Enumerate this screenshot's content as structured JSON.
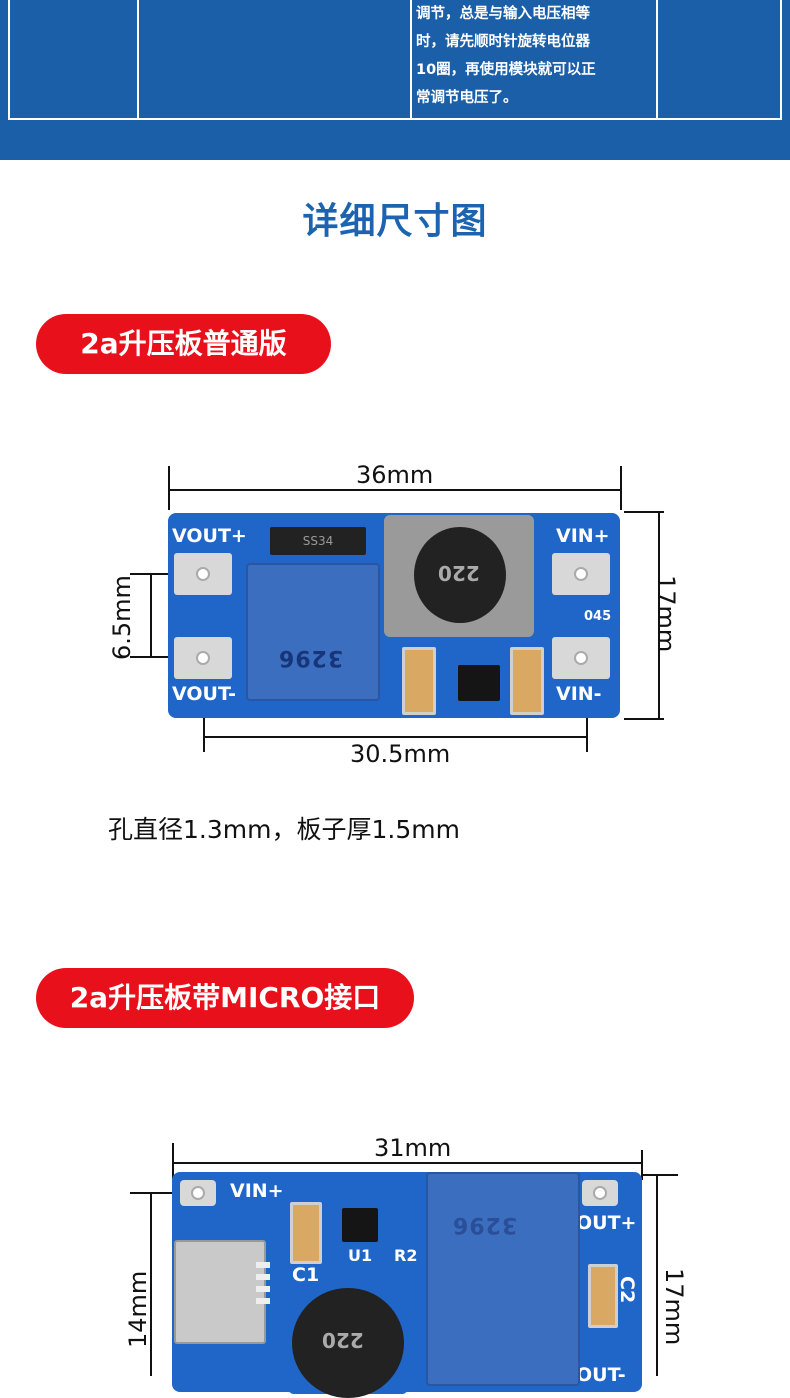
{
  "spec_table": {
    "cell_text": [
      "调节，总是与输入电压相等",
      "时，请先顺时针旋转电位器",
      "10圈，再使用模块就可以正",
      "常调节电压了。"
    ]
  },
  "section_title": "详细尺寸图",
  "board1": {
    "badge": "2a升压板普通版",
    "dim_width": "36mm",
    "dim_height": "17mm",
    "dim_hole_spacing": "6.5mm",
    "dim_hole_width": "30.5mm",
    "labels": {
      "vout_plus": "VOUT+",
      "vout_minus": "VOUT-",
      "vin_plus": "VIN+",
      "vin_minus": "VIN-",
      "diode": "SS34",
      "inductor": "220",
      "pot": "3296",
      "code": "045"
    },
    "note": "孔直径1.3mm，板子厚1.5mm"
  },
  "board2": {
    "badge": "2a升压板带MICRO接口",
    "dim_width": "31mm",
    "dim_height_left": "14mm",
    "dim_height_right": "17mm",
    "labels": {
      "vin_plus": "VIN+",
      "out_plus": "OUT+",
      "out_minus": "OUT-",
      "u1": "U1",
      "r2": "R2",
      "c1": "C1",
      "c2": "C2",
      "pot": "3296",
      "inductor": "220"
    }
  },
  "colors": {
    "band_blue": "#1b5fa8",
    "title_blue": "#1c64b0",
    "badge_red": "#e8101a",
    "pcb_blue": "#1f66c8"
  }
}
